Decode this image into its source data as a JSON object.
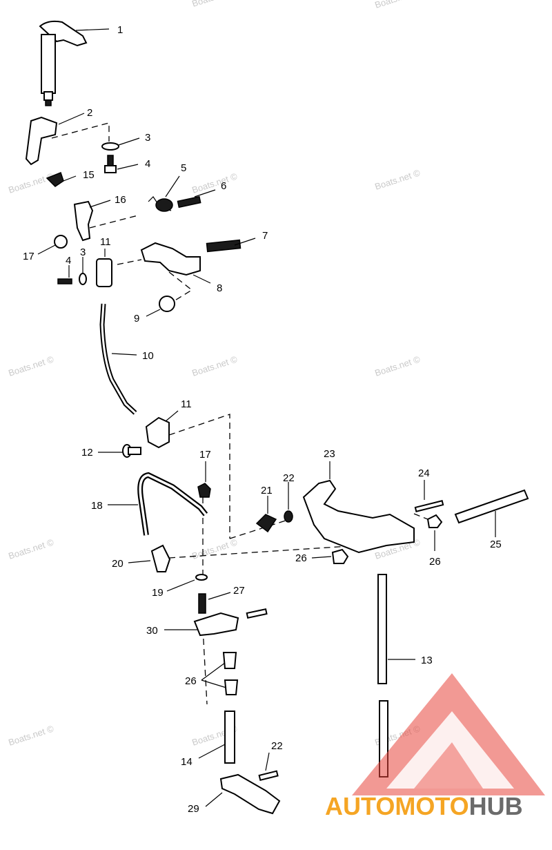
{
  "callouts": [
    {
      "id": "c1",
      "text": "1"
    },
    {
      "id": "c2",
      "text": "2"
    },
    {
      "id": "c3a",
      "text": "3"
    },
    {
      "id": "c4a",
      "text": "4"
    },
    {
      "id": "c5",
      "text": "5"
    },
    {
      "id": "c6",
      "text": "6"
    },
    {
      "id": "c15",
      "text": "15"
    },
    {
      "id": "c16",
      "text": "16"
    },
    {
      "id": "c7",
      "text": "7"
    },
    {
      "id": "c17a",
      "text": "17"
    },
    {
      "id": "c11a",
      "text": "11"
    },
    {
      "id": "c3b",
      "text": "3"
    },
    {
      "id": "c4b",
      "text": "4"
    },
    {
      "id": "c8",
      "text": "8"
    },
    {
      "id": "c9",
      "text": "9"
    },
    {
      "id": "c10",
      "text": "10"
    },
    {
      "id": "c11b",
      "text": "11"
    },
    {
      "id": "c12",
      "text": "12"
    },
    {
      "id": "c17b",
      "text": "17"
    },
    {
      "id": "c23",
      "text": "23"
    },
    {
      "id": "c22a",
      "text": "22"
    },
    {
      "id": "c24",
      "text": "24"
    },
    {
      "id": "c21",
      "text": "21"
    },
    {
      "id": "c18",
      "text": "18"
    },
    {
      "id": "c25",
      "text": "25"
    },
    {
      "id": "c20",
      "text": "20"
    },
    {
      "id": "c26a",
      "text": "26"
    },
    {
      "id": "c26b",
      "text": "26"
    },
    {
      "id": "c19",
      "text": "19"
    },
    {
      "id": "c27",
      "text": "27"
    },
    {
      "id": "c30",
      "text": "30"
    },
    {
      "id": "c13",
      "text": "13"
    },
    {
      "id": "c26c",
      "text": "26"
    },
    {
      "id": "c14",
      "text": "14"
    },
    {
      "id": "c22b",
      "text": "22"
    },
    {
      "id": "c29",
      "text": "29"
    }
  ],
  "watermark": "Boats.net ©",
  "logo": {
    "part1": "AUTOMOTO",
    "part2": "HUB",
    "color_red": "#e8453c",
    "color_orange": "#f5a524",
    "color_gray": "#6b6b6b"
  }
}
